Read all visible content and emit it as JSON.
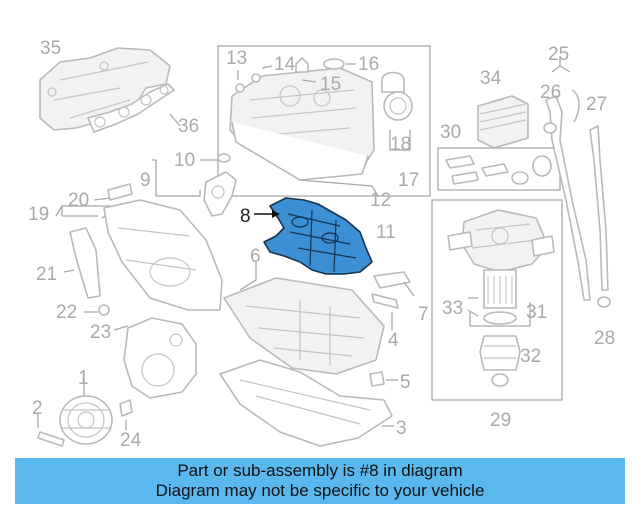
{
  "banner": {
    "line1": "Part or sub-assembly is #8 in diagram",
    "line2": "Diagram may not be specific to your vehicle"
  },
  "highlight_color": "#3c8fd2",
  "banner_color": "#5bb8ef",
  "highlighted_part": "8",
  "callouts": {
    "c1": "1",
    "c2": "2",
    "c3": "3",
    "c4": "4",
    "c5": "5",
    "c6": "6",
    "c7": "7",
    "c8": "8",
    "c9": "9",
    "c10": "10",
    "c11": "11",
    "c12": "12",
    "c13": "13",
    "c14": "14",
    "c15": "15",
    "c16": "16",
    "c17": "17",
    "c18": "18",
    "c19": "19",
    "c20": "20",
    "c21": "21",
    "c22": "22",
    "c23": "23",
    "c24": "24",
    "c25": "25",
    "c26": "26",
    "c27": "27",
    "c28": "28",
    "c29": "29",
    "c30": "30",
    "c31": "31",
    "c32": "32",
    "c33": "33",
    "c34": "34",
    "c35": "35",
    "c36": "36"
  }
}
